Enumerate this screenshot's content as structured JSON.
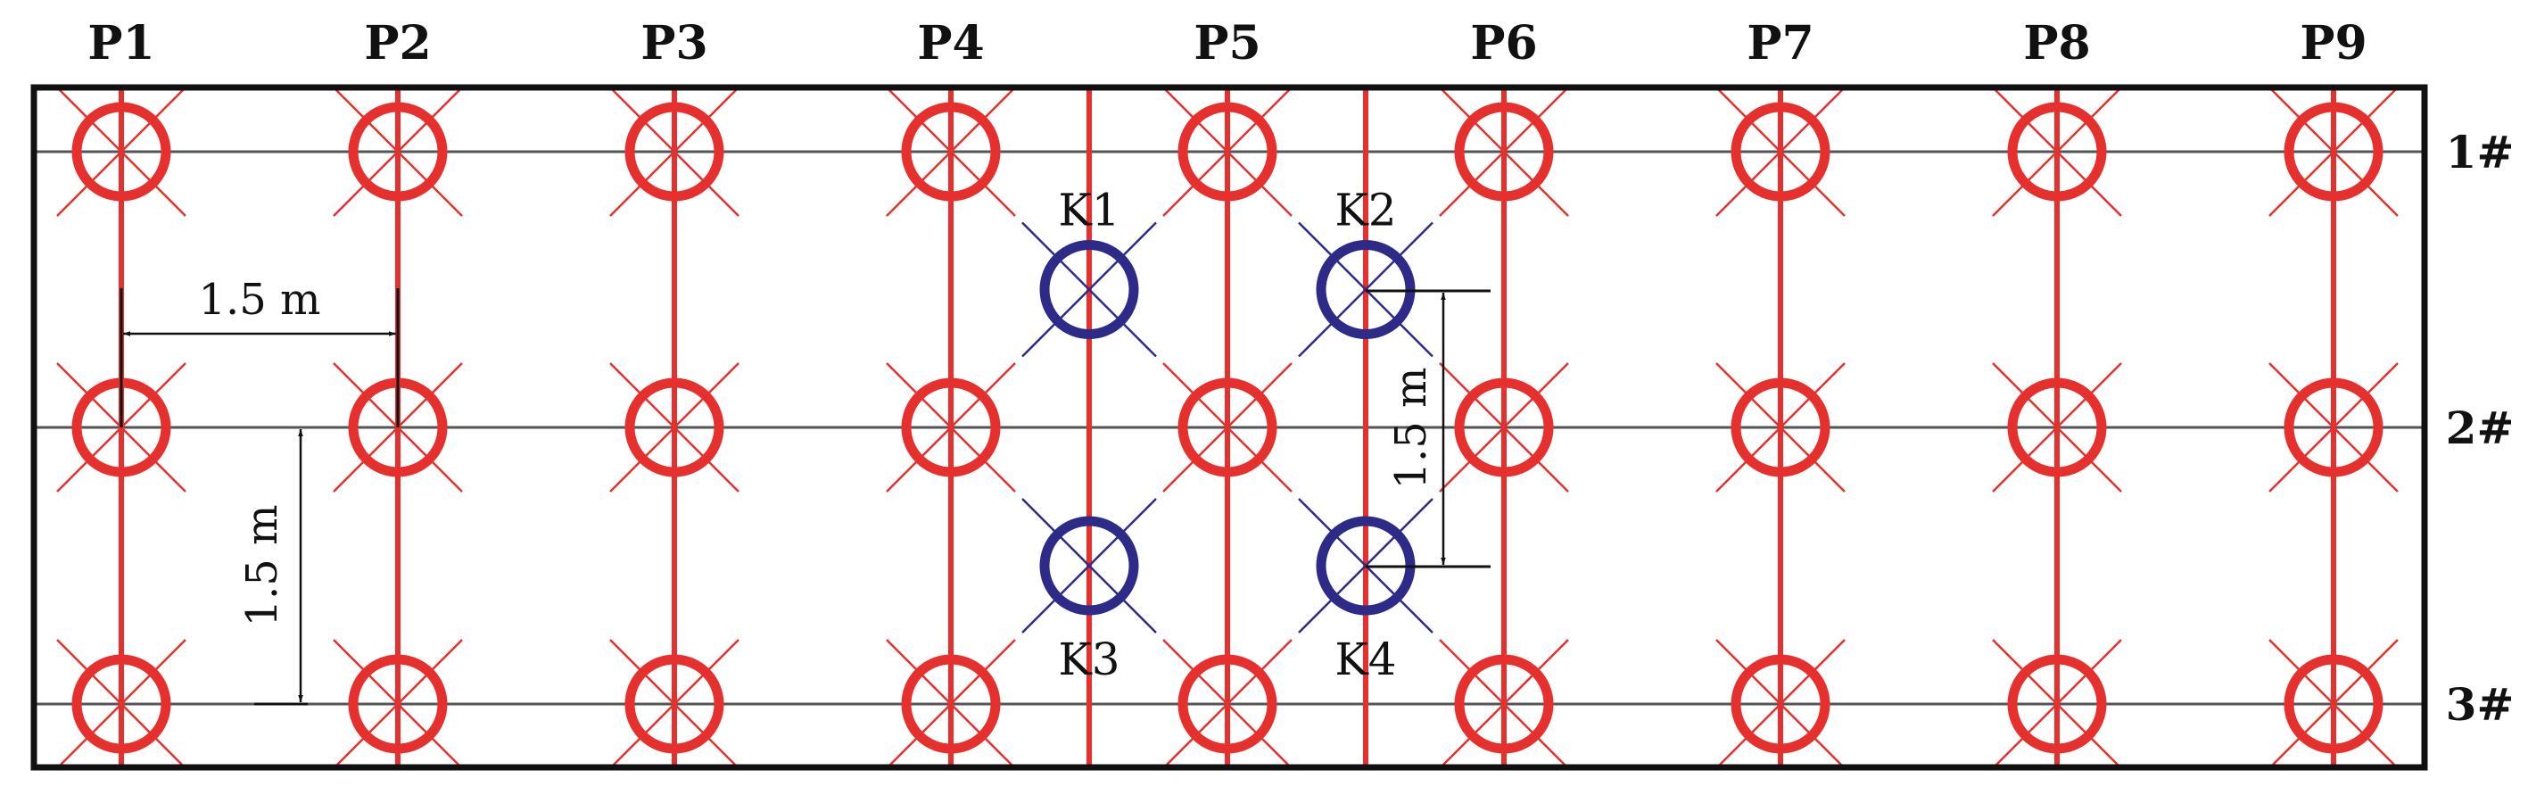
{
  "columns": [
    "P1",
    "P2",
    "P3",
    "P4",
    "P5",
    "P6",
    "P7",
    "P8",
    "P9"
  ],
  "rows": [
    "1#",
    "2#",
    "3#"
  ],
  "k_holes": [
    {
      "label": "K1",
      "between_cols": [
        3,
        4
      ],
      "between_rows": [
        0,
        1
      ],
      "label_pos": "above"
    },
    {
      "label": "K2",
      "between_cols": [
        4,
        5
      ],
      "between_rows": [
        0,
        1
      ],
      "label_pos": "above"
    },
    {
      "label": "K3",
      "between_cols": [
        3,
        4
      ],
      "between_rows": [
        1,
        2
      ],
      "label_pos": "below"
    },
    {
      "label": "K4",
      "between_cols": [
        4,
        5
      ],
      "between_rows": [
        1,
        2
      ],
      "label_pos": "below"
    }
  ],
  "dimensions": {
    "col_spacing": "1.5 m",
    "row_spacing": "1.5 m",
    "k_spacing": "1.5 m"
  },
  "colors": {
    "p_hole": "#e5302d",
    "k_hole": "#2d2a88",
    "row_line": "#555555",
    "frame": "#111111"
  }
}
